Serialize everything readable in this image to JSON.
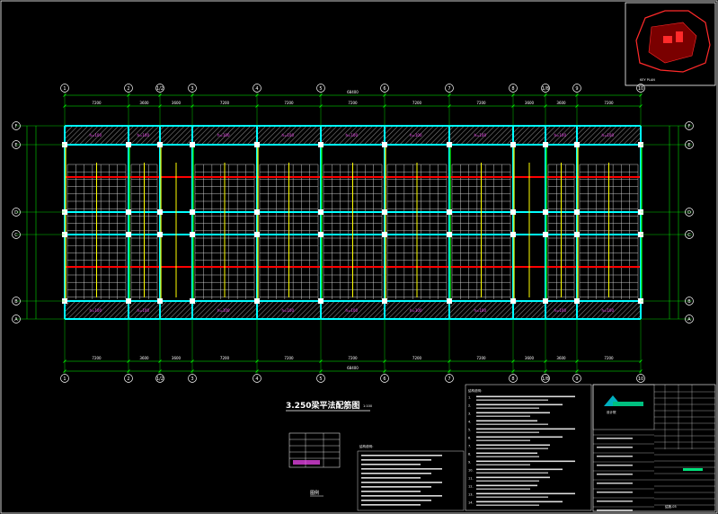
{
  "drawing": {
    "title": "3.250梁平法配筋图",
    "scale": "1:100",
    "axis_labels": [
      "1",
      "2",
      "1/2",
      "3",
      "4",
      "5",
      "6",
      "7",
      "8",
      "1/8",
      "9",
      "10"
    ],
    "row_labels": [
      "A",
      "B",
      "C",
      "D",
      "E",
      "F"
    ],
    "bay_dims": [
      "7200",
      "3600",
      "3600",
      "7200",
      "7200",
      "7200",
      "7200",
      "7200",
      "3600",
      "3600",
      "7200"
    ],
    "total_width": "68400",
    "slab_tag": "h=100",
    "key_plan_label": "KEY PLAN",
    "legend_title": "图例"
  },
  "notes": {
    "heading": "结构说明：",
    "items": [
      "1.",
      "2.",
      "3.",
      "4.",
      "5.",
      "6.",
      "7.",
      "8.",
      "9.",
      "10.",
      "11.",
      "12.",
      "13.",
      "14."
    ]
  },
  "title_block": {
    "company": "设计院",
    "drawing_no": "结施-05"
  },
  "colors": {
    "grid": "#00ff00",
    "beam": "#00ffff",
    "wall": "#ff0000",
    "column_line": "#ffff00",
    "hatch": "#808080",
    "text": "#ffffff",
    "slab_text": "#ff4bff"
  }
}
